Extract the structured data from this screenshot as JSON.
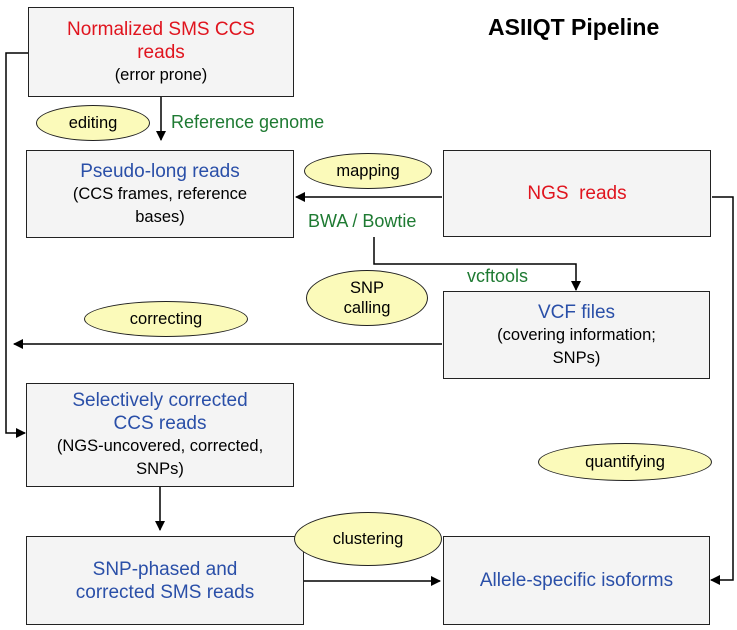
{
  "title": "ASIIQT Pipeline",
  "boxes": {
    "sms": {
      "line1": "Normalized SMS CCS",
      "line2": "reads",
      "sub": "(error prone)"
    },
    "pseudo": {
      "line1": "Pseudo-long reads",
      "sub1": "(CCS frames, reference",
      "sub2": "bases)"
    },
    "ngs": {
      "line1": "NGS  reads"
    },
    "vcf": {
      "line1": "VCF files",
      "sub1": "(covering information;",
      "sub2": "SNPs)"
    },
    "selective": {
      "line1": "Selectively corrected",
      "line2": "CCS reads",
      "sub1": "(NGS-uncovered, corrected,",
      "sub2": "SNPs)"
    },
    "phased": {
      "line1": "SNP-phased and",
      "line2": "corrected SMS reads"
    },
    "allele": {
      "line1": "Allele-specific isoforms"
    }
  },
  "processes": {
    "editing": "editing",
    "mapping": "mapping",
    "snp_line1": "SNP",
    "snp_line2": "calling",
    "correcting": "correcting",
    "quantifying": "quantifying",
    "clustering": "clustering"
  },
  "labels": {
    "reference_genome": "Reference genome",
    "bwa_bowtie": "BWA / Bowtie",
    "vcftools": "vcftools"
  },
  "colors": {
    "input_text": "#e0141e",
    "output_text": "#2a4fa8",
    "tool_text": "#1e7a32",
    "ellipse_fill": "#fbfaba",
    "box_fill": "#f4f4f4"
  }
}
